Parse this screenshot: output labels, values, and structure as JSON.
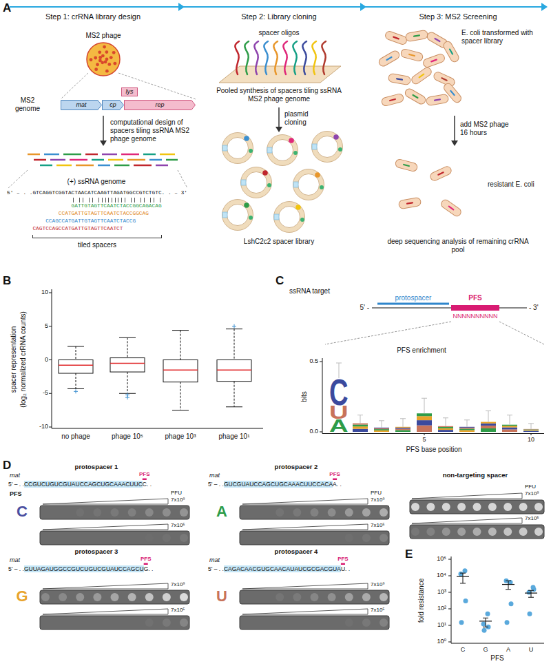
{
  "diagram": {
    "nodes": [
      {
        "text": [
          "mat"
        ]
      },
      {
        "text": [
          "cp"
        ]
      },
      {
        "text": [
          "lys"
        ]
      },
      {
        "text": [
          "rep"
        ]
      }
    ],
    "labels": [
      "A",
      "Step 1: crRNA library design",
      "Step 2: Library cloning",
      "Step 3: MS2 Screening",
      "MS2 phage",
      "MS2 genome",
      "computational design of spacers tiling ssRNA MS2 phage genome",
      "(+) ssRNA genome",
      "5' – . .GTCAGGTCGGTACTAACATCAAGTTAGATGGCCGTCTGTC. . – 3'",
      "GATTGTAGTTCAATCTACCGGCAGACAG",
      "CCATGATTGTAGTTCAATCTACCGGCAG",
      "CCAGCCATGATTGTAGTTCAATCTACCG",
      "CAGTCCAGCCATGATTGTAGTTCAATCT",
      "tiled spacers",
      "spacer oligos",
      "Pooled synthesis of spacers tiling ssRNA MS2 phage genome",
      "plasmid cloning",
      "LshC2c2 spacer library",
      "E. coli transformed with spacer library",
      "add MS2 phage 16 hours",
      "resistant E. coli",
      "deep sequencing analysis of remaining crRNA pool",
      "B",
      "spacer representation",
      "(log₂ normalized crRNA counts)",
      "10",
      "5",
      "0",
      "-5",
      "-10",
      "no phage",
      "phage 10⁵",
      "phage 10³",
      "phage 10¹",
      "C",
      "ssRNA target",
      "protospacer",
      "PFS",
      "5' -",
      "- 3'",
      "NNNNNNNNNN",
      "PFS enrichment",
      "bits",
      "0.5",
      "0.0",
      "C",
      "U",
      "A",
      "5",
      "10",
      "PFS base position",
      "D",
      "mat",
      "protospacer 1",
      "PFS",
      "5' – . .",
      "CCGUCUGUCGUAUCCAGCUGCAAACUUC",
      "C. .",
      "PFS",
      "C",
      "PFU",
      "7x10⁹",
      "7x10⁵",
      "mat",
      "protospacer 2",
      "PFS",
      "5' – . .",
      "GUCGUAUCCAGCUGCAAACUUCCACA",
      "A. .",
      "A",
      "PFU",
      "7x10⁹",
      "7x10⁵",
      "mat",
      "protospacer 3",
      "PFS",
      "5' – . .",
      "GUUAGAUGGCCGUCUGUCGUAUCCAGCU",
      "G. .",
      "G",
      "7x10⁹",
      "7x10⁵",
      "mat",
      "protospacer 4",
      "PFS",
      "5' – . .",
      "CAGACAACGUGCAACAUAUCGCGACGUA",
      "U. .",
      "U",
      "7x10⁹",
      "7x10⁵",
      "non-targeting spacer",
      "PFU",
      "7x10⁹",
      "7x10⁵",
      "E",
      "10⁵",
      "10⁴",
      "10³",
      "10²",
      "10¹",
      "10⁰",
      "fold resistance",
      "C",
      "G",
      "A",
      "U",
      "PFS"
    ]
  }
}
